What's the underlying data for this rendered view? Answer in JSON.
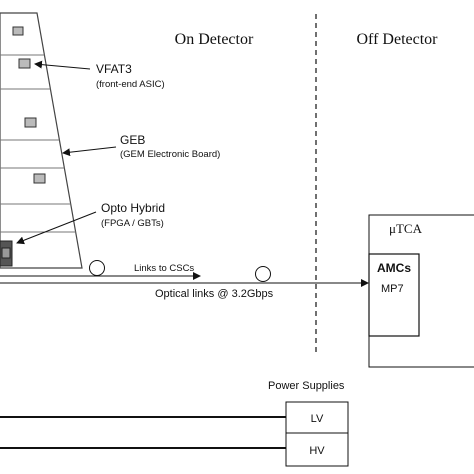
{
  "sections": {
    "on_detector": "On Detector",
    "off_detector": "Off Detector"
  },
  "labels": {
    "vfat3_title": "VFAT3",
    "vfat3_sub": "(front-end ASIC)",
    "geb_title": "GEB",
    "geb_sub": "(GEM Electronic Board)",
    "opto_title": "Opto Hybrid",
    "opto_sub": "(FPGA / GBTs)",
    "links_to_cscs": "Links to CSCs",
    "optical_links": "Optical links @ 3.2Gbps"
  },
  "utca": {
    "title": "μTCA",
    "amc_title": "AMCs",
    "amc_sub": "MP7"
  },
  "power": {
    "title": "Power Supplies",
    "lv": "LV",
    "hv": "HV"
  }
}
